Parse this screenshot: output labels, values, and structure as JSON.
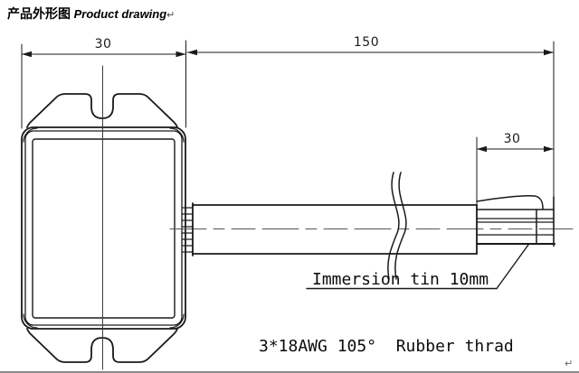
{
  "page": {
    "background": "#ffffff",
    "line_color": "#1a1a1a",
    "centerline_color": "#555555",
    "border_color": "#8a8a8a"
  },
  "header": {
    "title_cn": "产品外形图",
    "title_en": " Product drawing",
    "return_mark": "↵"
  },
  "dimensions": {
    "body_width_mm": "30",
    "cable_length_mm": "150",
    "tin_section_mm": "30"
  },
  "callouts": {
    "immersion_tin": "Immersion tin 10mm",
    "cable_spec": "3*18AWG 105°  Rubber thrad"
  },
  "footer": {
    "return_mark": "↵"
  }
}
